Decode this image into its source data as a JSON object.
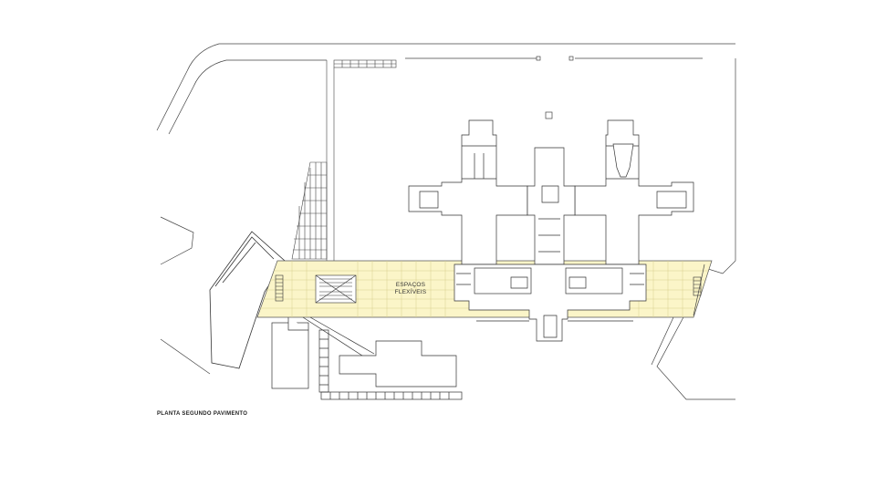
{
  "drawing": {
    "title": "PLANTA SEGUNDO PAVIMENTO",
    "zone_label_line1": "ESPAÇOS",
    "zone_label_line2": "FLEXÍVEIS"
  },
  "colors": {
    "background": "#ffffff",
    "line": "#333333",
    "thin_line": "#777777",
    "flexible_zone": "#fbf5c8",
    "flexible_grid": "#d8cf8e",
    "wall_fill": "#ffffff"
  }
}
